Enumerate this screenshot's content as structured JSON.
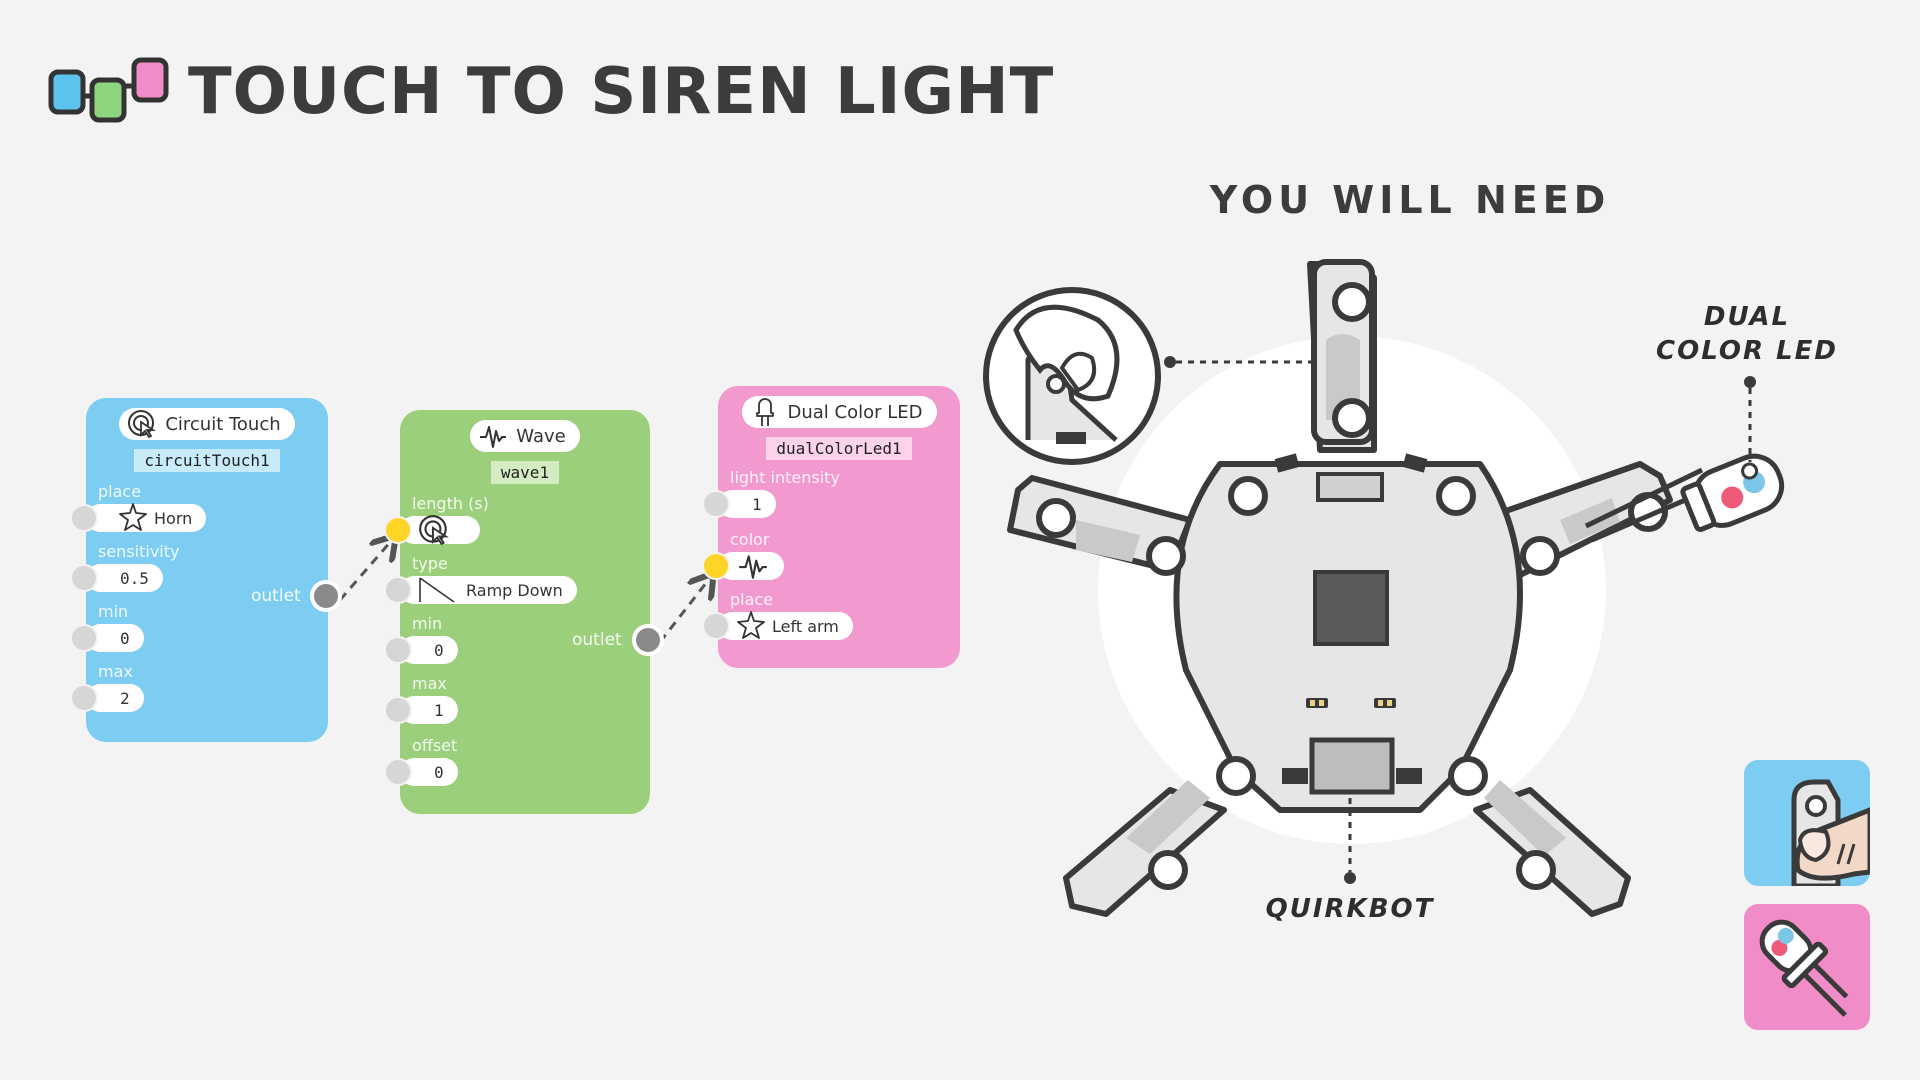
{
  "header": {
    "title": "TOUCH TO SIREN LIGHT",
    "colors": [
      "#5bc4ee",
      "#8fd57f",
      "#f08cc8"
    ]
  },
  "need": {
    "title": "YOU WILL NEED",
    "quirkbot_label": "QUIRKBOT",
    "led_label_line1": "DUAL",
    "led_label_line2": "COLOR LED"
  },
  "nodes": {
    "touch": {
      "title": "Circuit Touch",
      "id": "circuitTouch1",
      "icon": "touch-icon",
      "color": "#7dcdf2",
      "inputs": [
        {
          "label": "place",
          "value": "Horn",
          "icon": "quirkbot-star-icon"
        },
        {
          "label": "sensitivity",
          "value": "0.5"
        },
        {
          "label": "min",
          "value": "0"
        },
        {
          "label": "max",
          "value": "2"
        }
      ],
      "outlet": "outlet"
    },
    "wave": {
      "title": "Wave",
      "id": "wave1",
      "icon": "wave-icon",
      "color": "#9bcf7c",
      "inputs": [
        {
          "label": "length (s)",
          "value": "",
          "icon": "touch-icon"
        },
        {
          "label": "type",
          "value": "Ramp Down",
          "icon": "ramp-down-icon"
        },
        {
          "label": "min",
          "value": "0"
        },
        {
          "label": "max",
          "value": "1"
        },
        {
          "label": "offset",
          "value": "0"
        }
      ],
      "outlet": "outlet"
    },
    "led": {
      "title": "Dual Color LED",
      "id": "dualColorLed1",
      "icon": "led-icon",
      "color": "#f29ad0",
      "inputs": [
        {
          "label": "light intensity",
          "value": "1"
        },
        {
          "label": "color",
          "value": "",
          "icon": "wave-icon"
        },
        {
          "label": "place",
          "value": "Left arm",
          "icon": "quirkbot-star-icon"
        }
      ]
    }
  }
}
